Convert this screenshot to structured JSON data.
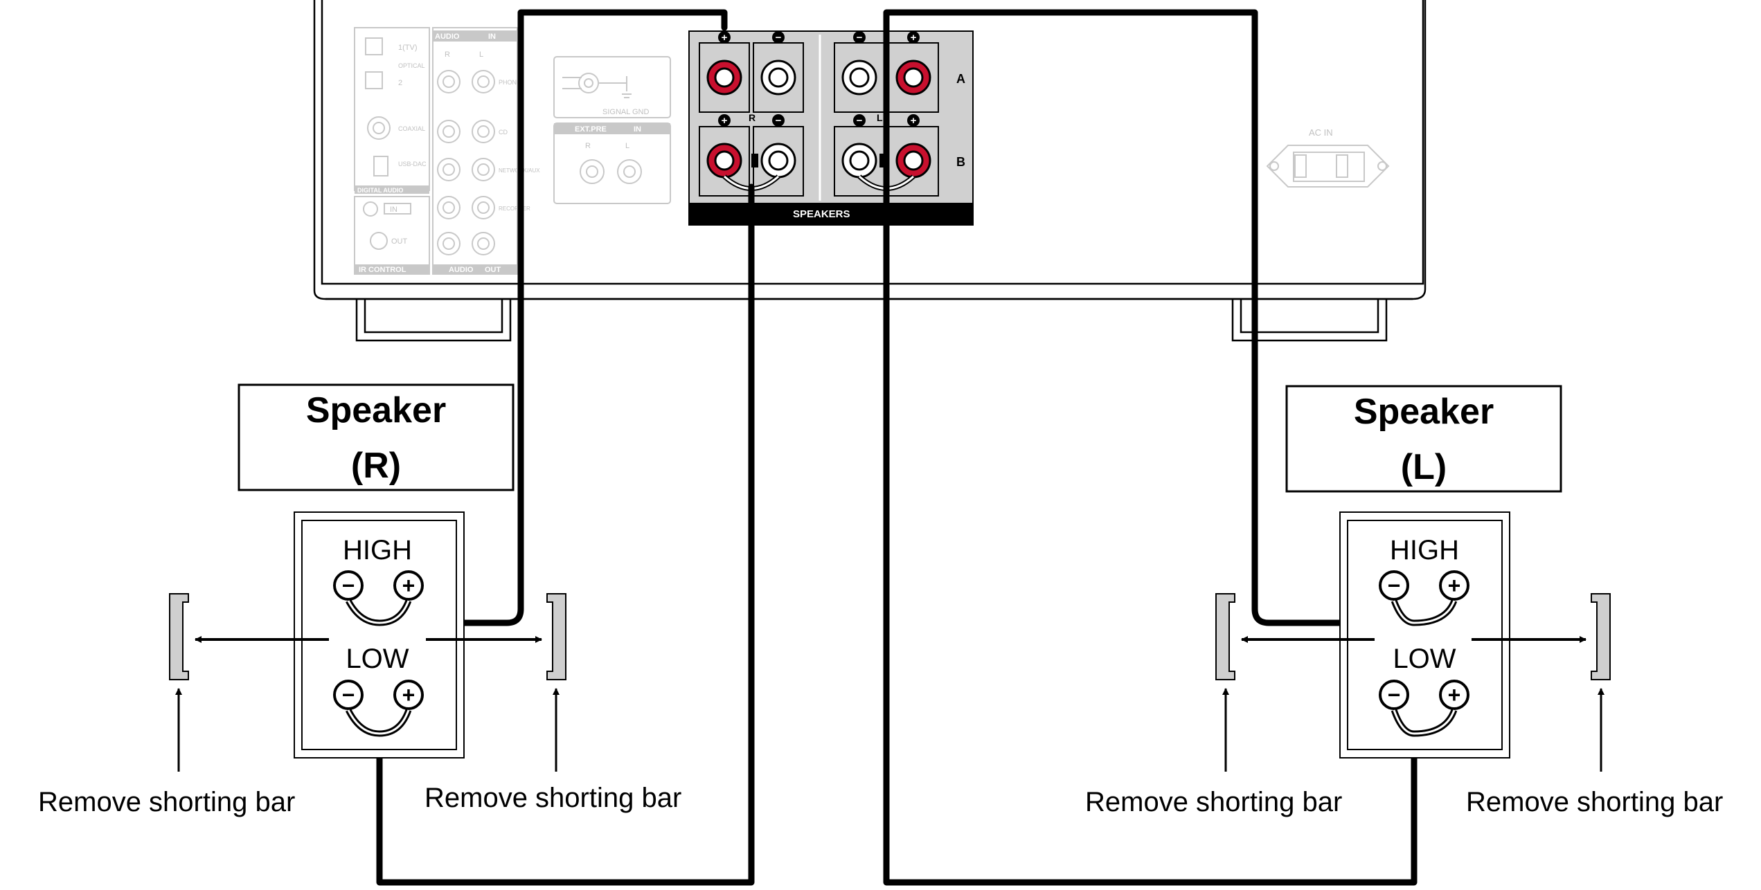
{
  "amplifier": {
    "digital_inputs": [
      "1(TV)",
      "OPTICAL",
      "2",
      "COAXIAL",
      "USB-DAC"
    ],
    "digital_audio_label": "DIGITAL AUDIO",
    "audio_in_header": "AUDIO",
    "in_badge": "IN",
    "out_badge": "OUT",
    "channel_r": "R",
    "channel_l": "L",
    "audio_inputs": [
      "PHONO",
      "CD",
      "NETWORK/AUX",
      "RECORDER"
    ],
    "ir_in": "IN",
    "ir_out": "OUT",
    "ir_control_label": "IR CONTROL",
    "audio_out_label": "AUDIO",
    "signal_gnd": "SIGNAL GND",
    "ext_pre": "EXT.PRE",
    "speakers_label": "SPEAKERS",
    "row_a": "A",
    "row_b": "B",
    "plus_sign": "+",
    "minus_sign": "−",
    "ac_in": "AC IN"
  },
  "speakers": [
    {
      "title": "Speaker",
      "channel": "(R)",
      "high": "HIGH",
      "low": "LOW"
    },
    {
      "title": "Speaker",
      "channel": "(L)",
      "high": "HIGH",
      "low": "LOW"
    }
  ],
  "annotations": {
    "remove_bar_1": "Remove shorting bar",
    "remove_bar_2": "Remove shorting bar",
    "remove_bar_3": "Remove shorting bar",
    "remove_bar_4": "Remove shorting bar"
  },
  "colors": {
    "terminal_red": "#c8102e",
    "panel_gray": "#cfcfcf",
    "ghost_gray": "#c0c0c0"
  }
}
